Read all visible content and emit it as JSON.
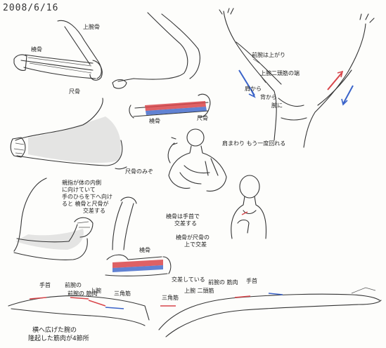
{
  "date": "2008/6/16",
  "labels": {
    "jowan_top": "上腕骨",
    "tokotsu_1": "橈骨",
    "shakotsu_1": "尺骨",
    "tokotsu_2": "橈骨",
    "shakotsu_2": "尺骨",
    "shakotsu_ridge": "尺骨のみぞ",
    "kyokin": "前腕は上がり",
    "jowan_nitoukin": "上腕二頭筋の端",
    "kata_kara": "肩から",
    "ude_ni": "腕に",
    "senaka": "背から",
    "kata_note": "肩まわり もう一度回れる",
    "forearm_note_1": "親指が体の内側",
    "forearm_note_2": "に向けていて",
    "forearm_note_3": "手のひらを下へ向け",
    "forearm_note_4": "ると 橈骨と尺骨が",
    "forearm_note_5": "交差する",
    "cross_note_1": "橈骨は手首で",
    "cross_note_2": "交差する",
    "cross_note_3": "橈骨が尺骨の",
    "cross_note_4": "上で交差",
    "tokotsu_3": "橈骨",
    "kousa": "交差している",
    "arm_top_1": "手首",
    "arm_top_2": "前腕の",
    "arm_top_3": "前腕の 筋肉",
    "arm_top_4": "上腕",
    "arm_top_5": "三角筋",
    "arm_top_6": "三角筋",
    "arm_top_7": "上腕 二頭筋",
    "arm_top_8": "前腕の 筋肉",
    "arm_top_9": "手首",
    "bottom_note_1": "横へ広げた腕の",
    "bottom_note_2": "隆起した筋肉が4節所"
  },
  "colors": {
    "red": "#d8454a",
    "blue": "#3a63c9",
    "pencil": "#333333"
  }
}
